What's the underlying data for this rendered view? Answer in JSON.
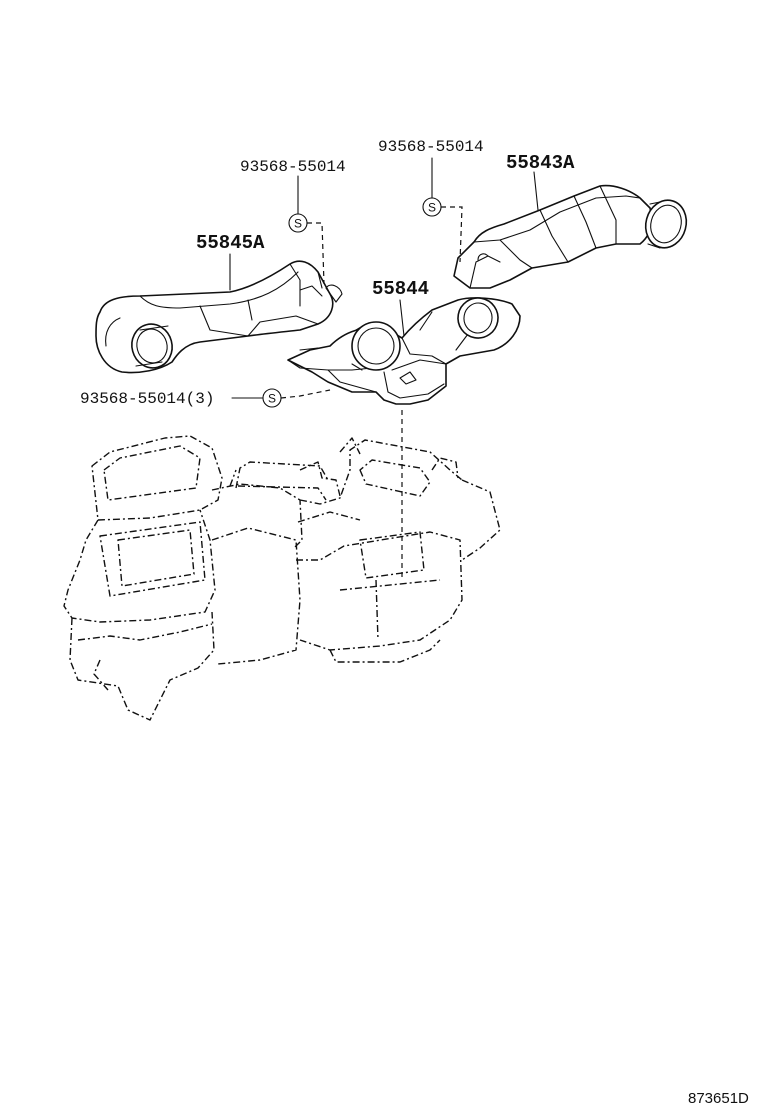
{
  "labels": {
    "part_55845a": "55845A",
    "part_55843a": "55843A",
    "part_55844": "55844",
    "screw_left": "93568-55014",
    "screw_right": "93568-55014",
    "screw_center": "93568-55014(3)",
    "screw_symbol": "S",
    "figure_id": "873651D"
  }
}
